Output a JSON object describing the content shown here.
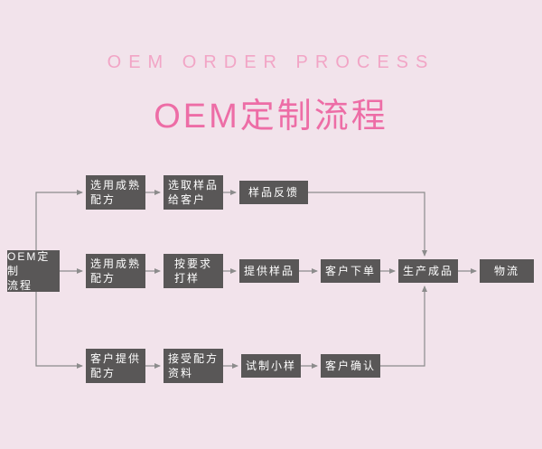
{
  "header": {
    "subtitle": "OEM ORDER PROCESS",
    "title": "OEM定制流程"
  },
  "flowchart": {
    "root": "OEM定制\n流程",
    "row1": [
      "选用成熟\n配方",
      "选取样品\n给客户",
      "样品反馈"
    ],
    "row2": [
      "选用成熟\n配方",
      "按要求\n打样",
      "提供样品",
      "客户下单",
      "生产成品",
      "物流"
    ],
    "row3": [
      "客户提供\n配方",
      "接受配方\n资料",
      "试制小样",
      "客户确认"
    ]
  },
  "colors": {
    "background": "#f2e3eb",
    "box": "#595757",
    "box_text": "#ffffff",
    "arrow": "#8c8c8c",
    "subtitle": "#f2a5c6",
    "title": "#ed6da6"
  }
}
